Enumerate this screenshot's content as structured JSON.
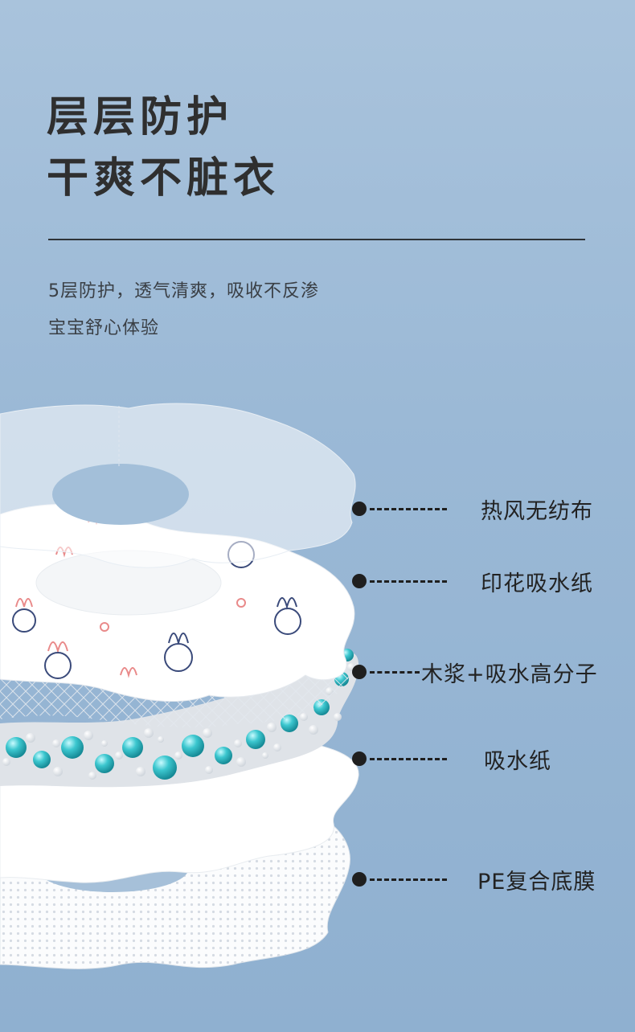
{
  "headline": {
    "line1": "层层防护",
    "line2": "干爽不脏衣"
  },
  "description": {
    "line1": "5层防护，透气清爽，吸收不反渗",
    "line2": "宝宝舒心体验"
  },
  "layers": [
    {
      "name": "热风无纺布"
    },
    {
      "name": "印花吸水纸"
    },
    {
      "name": "木浆+吸水高分子"
    },
    {
      "name": "吸水纸"
    },
    {
      "name": "PE复合底膜"
    }
  ],
  "colors": {
    "background_top": "#a9c3dc",
    "background_bottom": "#8fb0d0",
    "text_dark": "#2f2f2f",
    "bead_teal": "#2bb7c0",
    "print_pink": "#e98a8a",
    "print_navy": "#3a4a7a"
  }
}
